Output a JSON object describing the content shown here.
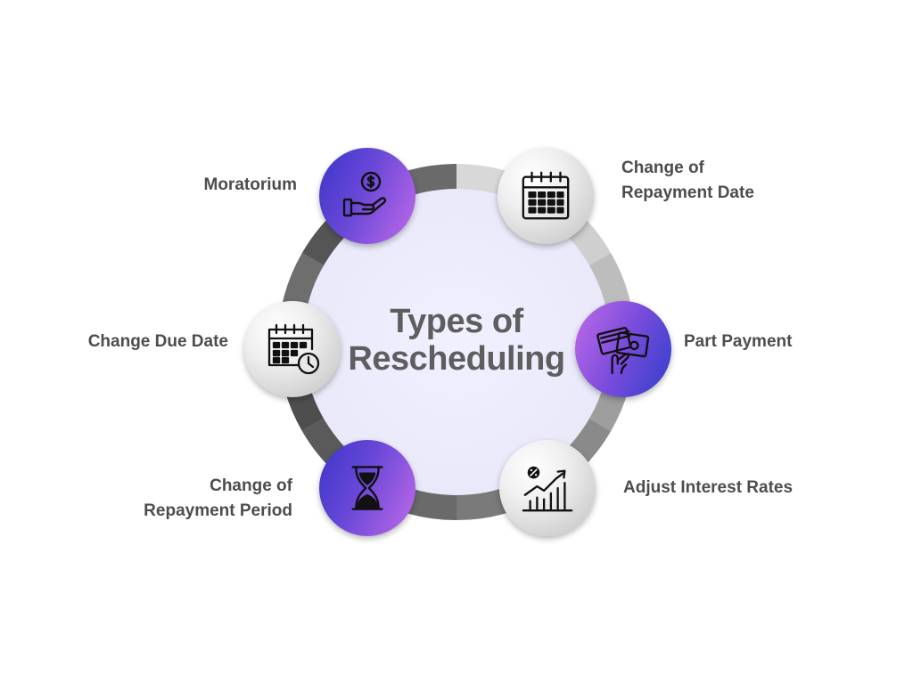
{
  "diagram": {
    "title_line1": "Types of",
    "title_line2": "Rescheduling",
    "colors": {
      "title": "#5e5e5e",
      "label": "#4d4d4d",
      "center_fill": "#ececfb",
      "purple_start": "#3a35c9",
      "purple_end": "#c06be8",
      "ring_dark": "#4a4a4a",
      "ring_light": "#d6d6d6"
    },
    "items": [
      {
        "line1": "Moratorium",
        "line2": "",
        "icon": "money-hand-icon"
      },
      {
        "line1": "Change of",
        "line2": "Repayment Date",
        "icon": "calendar-icon"
      },
      {
        "line1": "Part Payment",
        "line2": "",
        "icon": "card-payment-icon"
      },
      {
        "line1": "Adjust Interest Rates",
        "line2": "",
        "icon": "interest-chart-icon"
      },
      {
        "line1": "Change of",
        "line2": "Repayment Period",
        "icon": "hourglass-icon"
      },
      {
        "line1": "Change Due Date",
        "line2": "",
        "icon": "calendar-clock-icon"
      }
    ]
  }
}
